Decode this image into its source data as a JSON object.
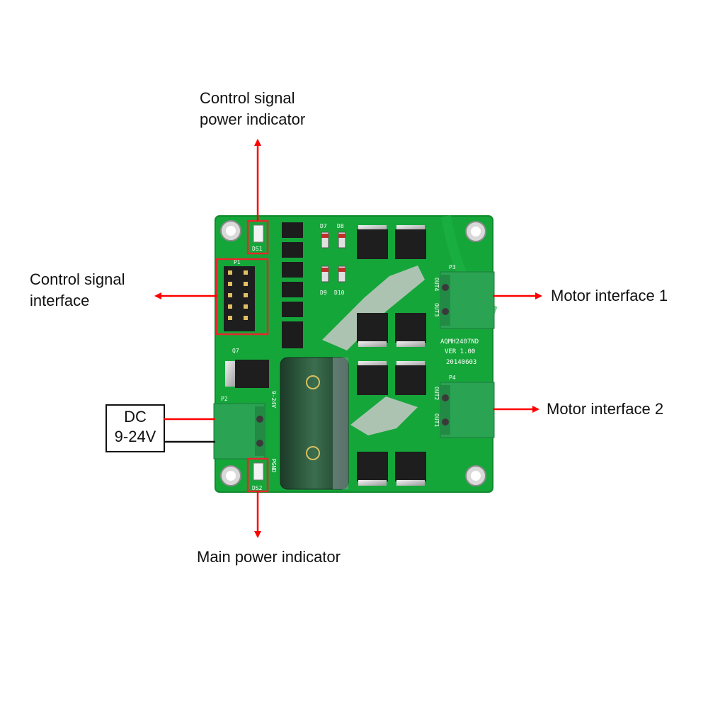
{
  "labels": {
    "ctrl_power_1": "Control signal",
    "ctrl_power_2": "power indicator",
    "ctrl_iface_1": "Control signal",
    "ctrl_iface_2": "interface",
    "motor1": "Motor interface 1",
    "motor2": "Motor interface 2",
    "dc_1": "DC",
    "dc_2": "9-24V",
    "main_power": "Main power indicator"
  },
  "board": {
    "model": "AQMH2407ND",
    "version": "VER 1.00",
    "date": "20140603",
    "silk": {
      "p1": "P1",
      "p2": "P2",
      "p3": "P3",
      "p4": "P4",
      "q7": "Q7",
      "ds1": "DS1",
      "ds2": "DS2",
      "d7": "D7",
      "d8": "D8",
      "d9": "D9",
      "d10": "D10",
      "v_range": "9-24V",
      "pgnd": "PGND",
      "out1": "OUT1",
      "out2": "OUT2",
      "out3": "OUT3",
      "out4": "OUT4"
    }
  },
  "colors": {
    "pcb": "#15a63a",
    "pcb_edge": "#0e8a2c",
    "terminal": "#2aa352",
    "arrow": "#ff0000",
    "highlight": "#e8262b",
    "capacitor": "#2f5a3f"
  }
}
